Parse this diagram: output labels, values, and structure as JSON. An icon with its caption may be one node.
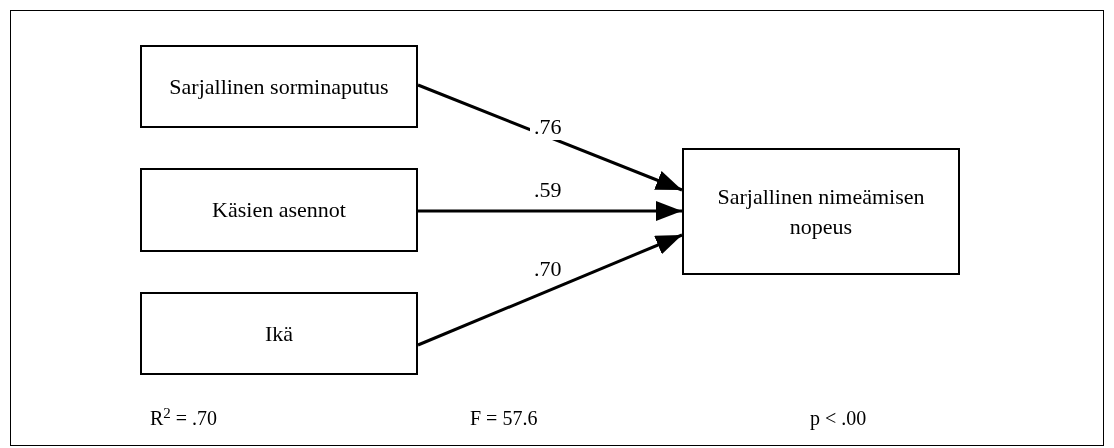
{
  "diagram": {
    "nodes": [
      {
        "text": [
          "Sarjallinen sorminaputus"
        ]
      },
      {
        "text": [
          "Käsien asennot"
        ]
      },
      {
        "text": [
          "Ikä"
        ]
      },
      {
        "text": [
          "Sarjallinen nimeämisen nopeus"
        ]
      }
    ],
    "edges": [
      {
        "from": 0,
        "to": 3,
        "arrow": "to",
        "label": ".76"
      },
      {
        "from": 1,
        "to": 3,
        "arrow": "to",
        "label": ".59"
      },
      {
        "from": 2,
        "to": 3,
        "arrow": "to",
        "label": ".70"
      }
    ],
    "labels": [
      "R$^{2}$ = .70",
      "F = 57.6",
      "p < .00"
    ]
  }
}
